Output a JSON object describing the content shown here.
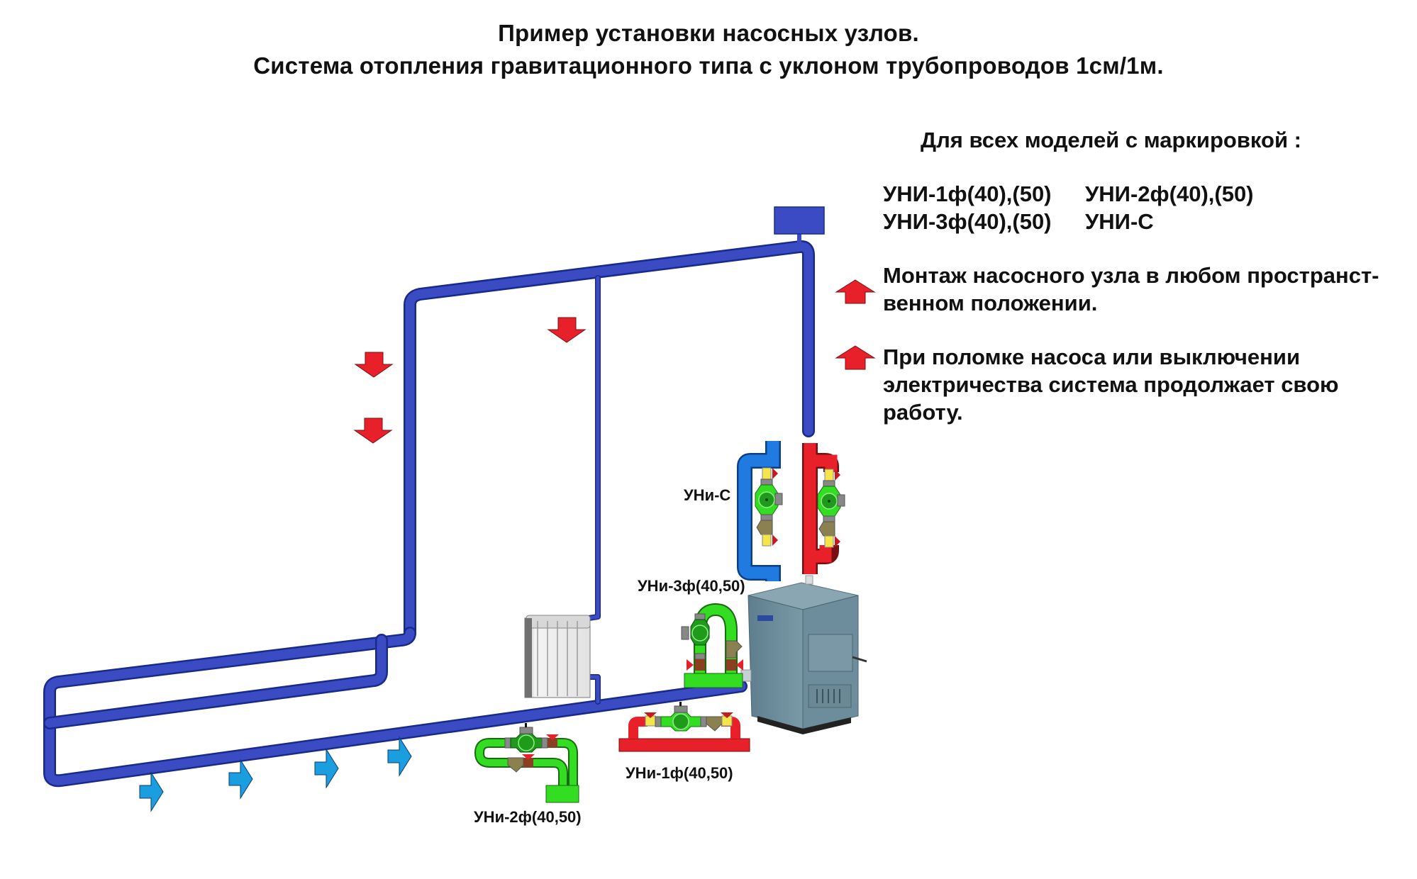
{
  "title": {
    "line1": "Пример установки насосных узлов.",
    "line2": "Система отопления гравитационного типа с уклоном трубопроводов 1см/1м."
  },
  "info": {
    "heading": "Для всех моделей с маркировкой :",
    "models": [
      "УНИ-1ф(40),(50)",
      "УНИ-2ф(40),(50)",
      "УНИ-3ф(40),(50)",
      "УНИ-С"
    ],
    "notes": [
      {
        "icon": "up-arrow-icon",
        "lines": [
          "Монтаж насосного узла в любом пространст-",
          "венном положении."
        ]
      },
      {
        "icon": "up-arrow-icon",
        "lines": [
          "При поломке насоса или выключении",
          "электричества система продолжает свою",
          "работу."
        ]
      }
    ]
  },
  "units": {
    "uni_c": "УНи-С",
    "uni_3f": "УНи-3ф(40,50)",
    "uni_1f": "УНи-1ф(40,50)",
    "uni_2f": "УНи-2ф(40,50)"
  },
  "colors": {
    "pipe": "#3a4bc4",
    "hot": "#e8202a",
    "cold": "#1f7be0",
    "flow_cold_arrow": "#1a9ee0",
    "pump_green": "#33dd22",
    "boiler": "#6f8f9e"
  }
}
